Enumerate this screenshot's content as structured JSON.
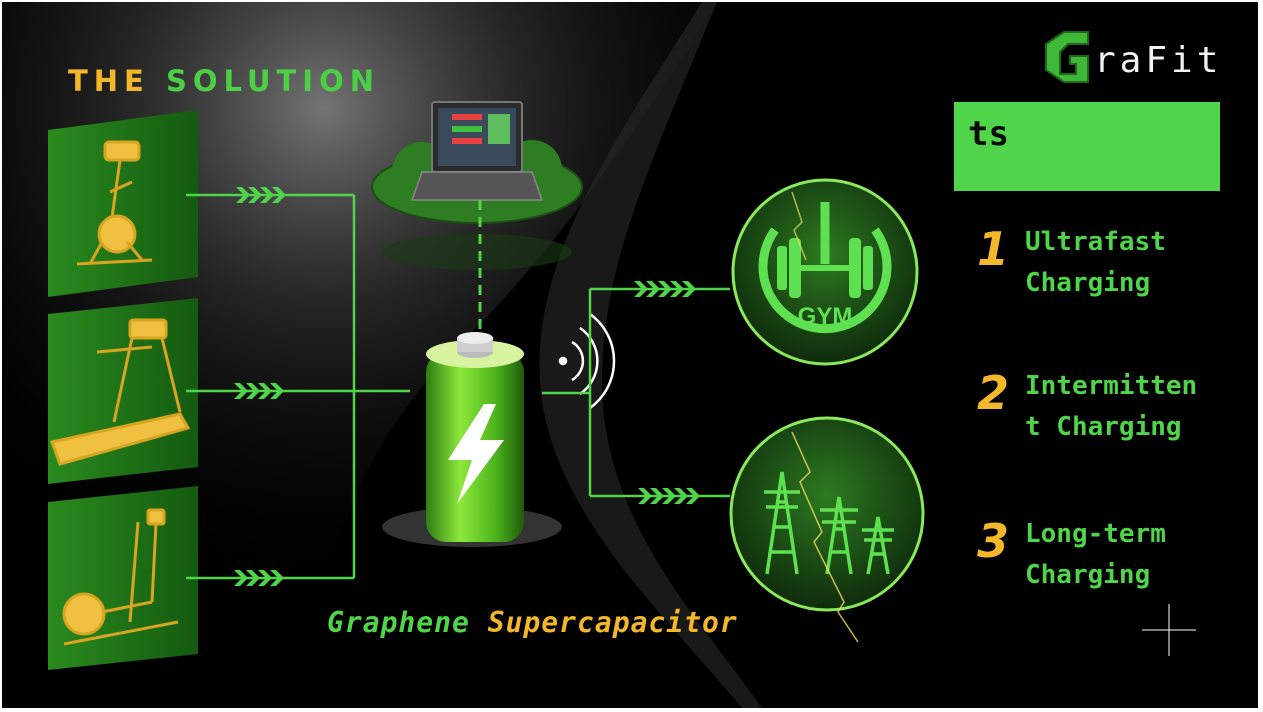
{
  "slide": {
    "title_part1": "THE",
    "title_part2": "SOLUTION",
    "logo_text": "raFit",
    "requirements_heading_visible": "ts",
    "requirements": [
      {
        "number": "1",
        "label": "Ultrafast Charging"
      },
      {
        "number": "2",
        "label": "Intermitten t Charging"
      },
      {
        "number": "3",
        "label": "Long-term Charging"
      }
    ],
    "caption_part1": "Graphene",
    "caption_part2": "Supercapacitor",
    "gym_label": "GYM"
  },
  "colors": {
    "accent_green": "#4fd44a",
    "accent_yellow": "#f5b72a",
    "background": "#000000"
  },
  "icons": [
    "exercise-bike-icon",
    "treadmill-icon",
    "elliptical-trainer-icon",
    "laptop-icon",
    "cloud-icon",
    "battery-icon",
    "wireless-signal-icon",
    "gym-power-icon",
    "power-tower-icon"
  ]
}
